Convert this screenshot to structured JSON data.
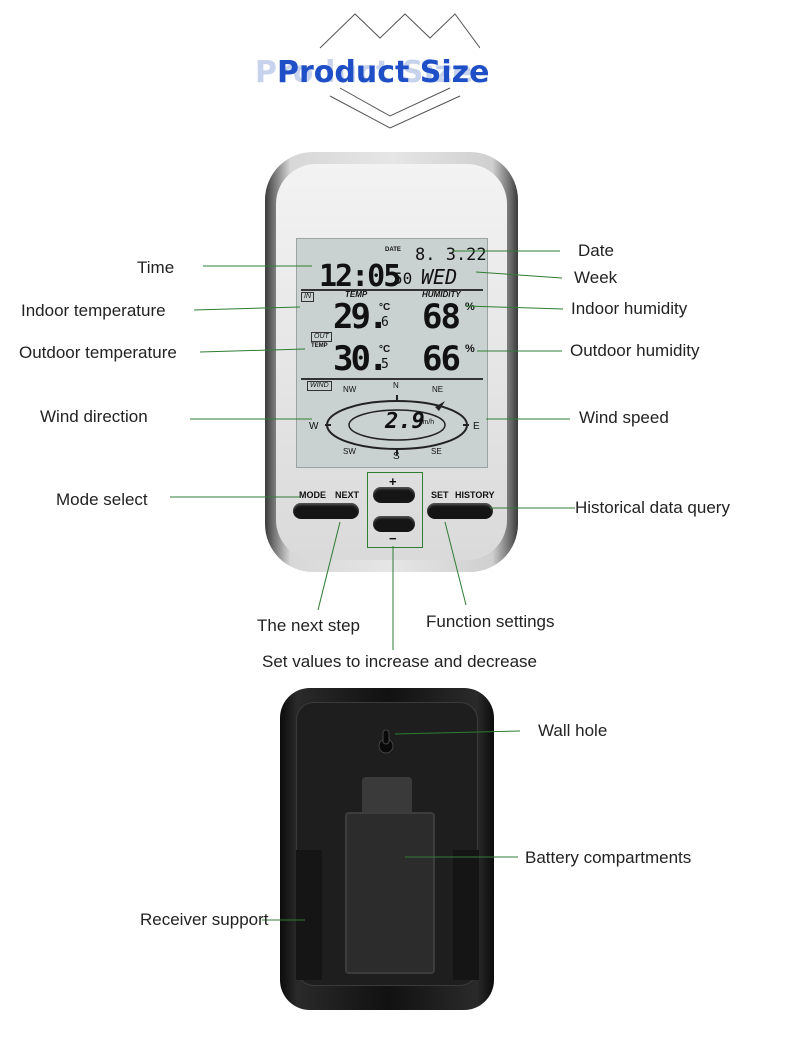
{
  "header": {
    "ghost_text": "Product Size",
    "title": "Product Size"
  },
  "display": {
    "date_tag": "DATE",
    "date": "8. 3.22",
    "time": "12:05",
    "seconds": "50",
    "weekday": "WED",
    "in_tag": "IN",
    "temp_tag": "TEMP",
    "humidity_tag": "HUMIDITY",
    "indoor_temp_int": "29.",
    "indoor_temp_dec": "6",
    "unit_c": "°C",
    "indoor_humidity": "68",
    "percent": "%",
    "out_tag": "OUT",
    "out_temp_tag": "TEMP",
    "outdoor_temp_int": "30.",
    "outdoor_temp_dec": "5",
    "outdoor_humidity": "66",
    "wind_tag": "WIND",
    "nw": "NW",
    "n": "N",
    "ne": "NE",
    "w": "W",
    "e": "E",
    "sw": "SW",
    "s": "S",
    "se": "SE",
    "wind_speed": "2.9",
    "wind_unit": "km/h"
  },
  "buttons": {
    "mode": "MODE",
    "next": "NEXT",
    "plus": "+",
    "minus": "−",
    "set": "SET",
    "history": "HISTORY"
  },
  "callouts": {
    "time": "Time",
    "indoor_temperature": "Indoor temperature",
    "outdoor_temperature": "Outdoor temperature",
    "wind_direction": "Wind direction",
    "mode_select": "Mode select",
    "date": "Date",
    "week": "Week",
    "indoor_humidity": "Indoor humidity",
    "outdoor_humidity": "Outdoor humidity",
    "wind_speed": "Wind speed",
    "historical_data_query": "Historical data query",
    "the_next_step": "The next step",
    "function_settings": "Function settings",
    "set_values": "Set values to increase and decrease",
    "wall_hole": "Wall hole",
    "battery_compartments": "Battery compartments",
    "receiver_support": "Receiver support"
  },
  "colors": {
    "title_blue": "#1f4fc6",
    "leader_green": "#2e7d32",
    "lcd": "#c9d2d1"
  }
}
